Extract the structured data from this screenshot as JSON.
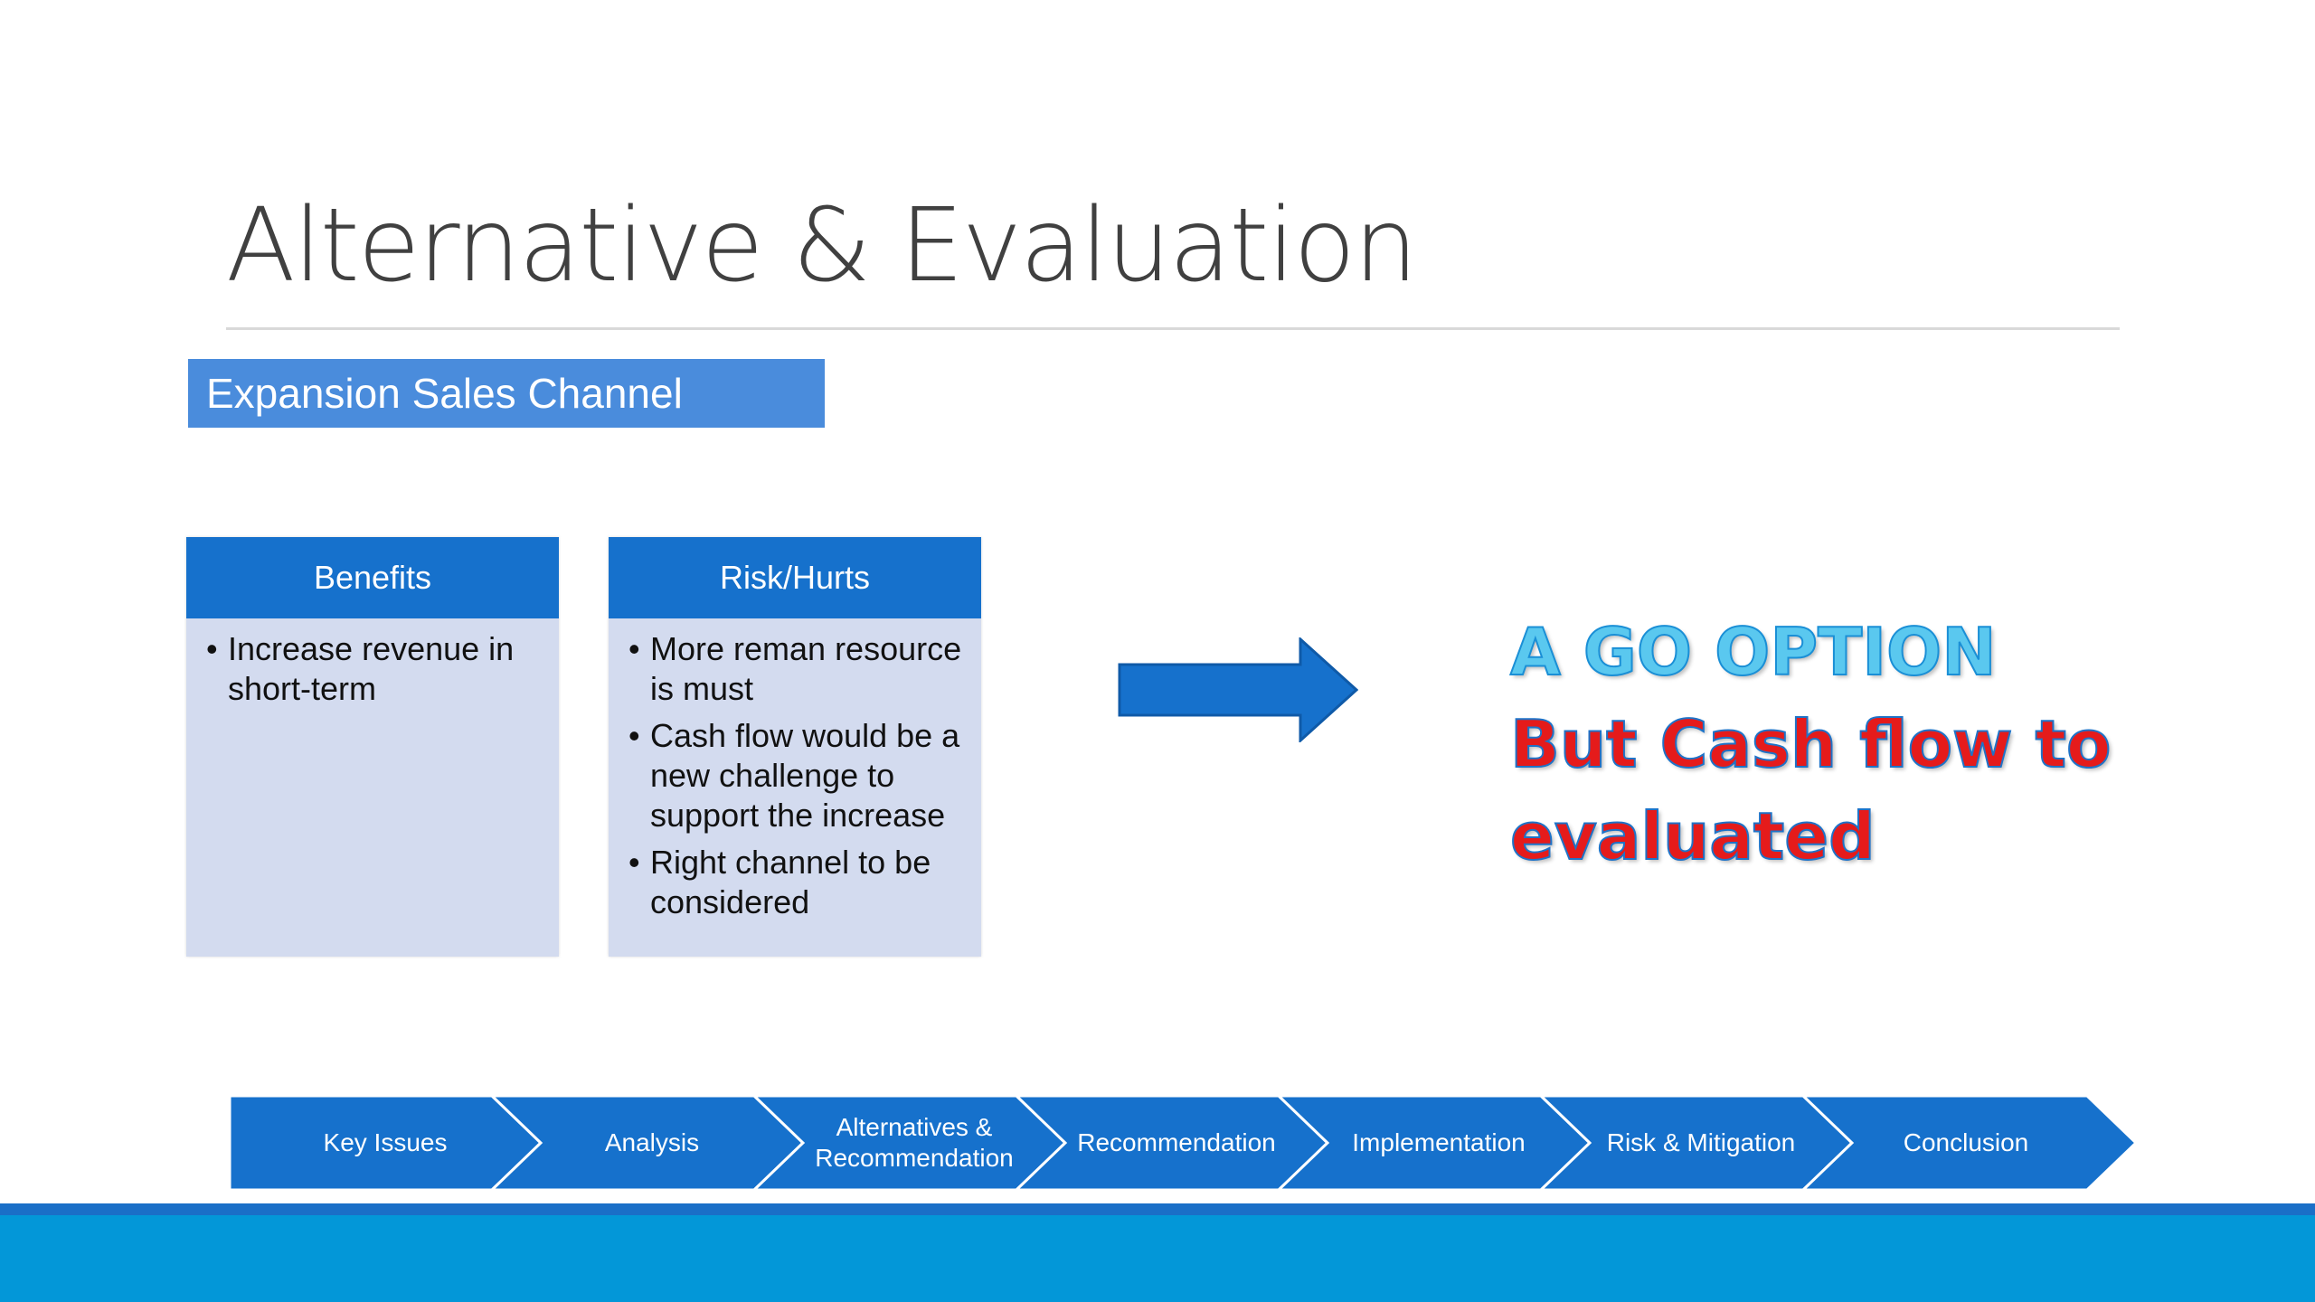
{
  "slide": {
    "title": "Alternative & Evaluation",
    "section_label": "Expansion Sales Channel"
  },
  "benefits": {
    "heading": "Benefits",
    "items": [
      "Increase revenue in short-term"
    ]
  },
  "risks": {
    "heading": "Risk/Hurts",
    "items": [
      "More reman resource is must",
      "Cash flow would be a new challenge to support the increase",
      "Right channel to be considered"
    ]
  },
  "verdict": {
    "line1": "A GO OPTION",
    "line2": "But Cash flow to",
    "line3": "evaluated"
  },
  "nav": {
    "steps": [
      "Key Issues",
      "Analysis",
      "Alternatives &\nRecommendation",
      "Recommendation",
      "Implementation",
      "Risk & Mitigation",
      "Conclusion"
    ]
  },
  "colors": {
    "header_blue": "#1671cc",
    "card_fill": "#d3dbef",
    "label_blue": "#4a8cdc",
    "bar_cyan": "#0397d8",
    "verdict_cyan": "#5ac8ef",
    "verdict_red": "#e51b1b"
  },
  "icons": {
    "arrow": "right-arrow-icon"
  }
}
